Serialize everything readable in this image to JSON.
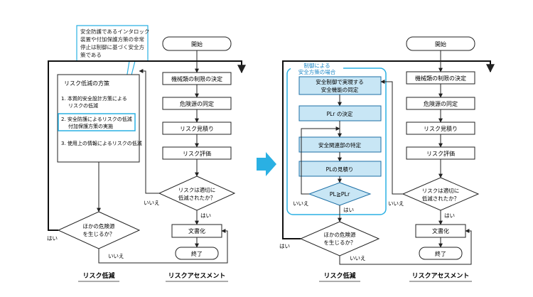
{
  "callout": {
    "lines": [
      "安全防護であるインタロック",
      "装置や付加保護方策の非常",
      "停止は制御に基づく安全方",
      "策である"
    ]
  },
  "left_diagram": {
    "assessment": {
      "start": "開始",
      "limits": "機械類の制限の決定",
      "hazards": "危険源の同定",
      "estimation": "リスク見積り",
      "evaluation": "リスク評価",
      "decision_lines": [
        "リスクは適切に",
        "低減されたか？"
      ],
      "documentation": "文書化",
      "end": "終了"
    },
    "reduction": {
      "title": "リスク低減の方策",
      "measure1_lines": [
        "1. 本質的安全設計方策による",
        "リスクの低減"
      ],
      "measure2_lines": [
        "2. 安全防護によるリスクの低減",
        "付加保護方策の実施"
      ],
      "measure3": "3. 使用上の情報によるリスクの低減"
    },
    "other_hazard_lines": [
      "ほかの危険源",
      "を生じるか？"
    ],
    "labels": {
      "yes": "はい",
      "no": "いいえ"
    },
    "caption_reduction": "リスク低減",
    "caption_assessment": "リスクアセスメント"
  },
  "right_diagram": {
    "group_title_lines": [
      "制御による",
      "安全方策の場合"
    ],
    "control": {
      "step1_lines": [
        "安全制御で実現する",
        "安全機能の同定"
      ],
      "step2": "PLr の決定",
      "step3": "安全関連部の特定",
      "step4": "PLの見積り",
      "decision": "PL≧PLr"
    },
    "assessment": {
      "start": "開始",
      "limits": "機械類の制限の決定",
      "hazards": "危険源の同定",
      "estimation": "リスク見積り",
      "evaluation": "リスク評価",
      "decision_lines": [
        "リスクは適切に",
        "低減されたか？"
      ],
      "documentation": "文書化",
      "end": "終了"
    },
    "other_hazard_lines": [
      "ほかの危険源",
      "を生じるか？"
    ],
    "labels": {
      "yes": "はい",
      "no": "いいえ"
    },
    "caption_reduction": "リスク低減",
    "caption_assessment": "リスクアセスメント"
  },
  "colors": {
    "accent": "#2ab0e3",
    "control_fill": "#c8e6f5",
    "control_stroke": "#1d6fa5",
    "line": "#222222"
  },
  "icons": {
    "transition_arrow": "right-arrow-icon"
  }
}
